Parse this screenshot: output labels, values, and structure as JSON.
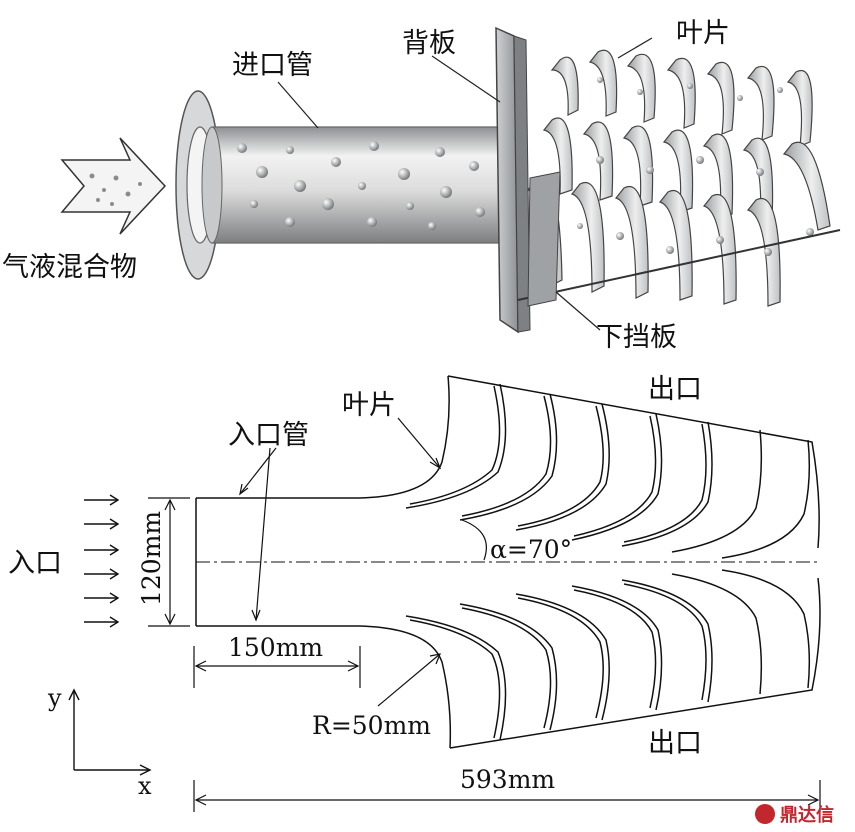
{
  "top": {
    "label_inlet_pipe": "进口管",
    "label_back_plate": "背板",
    "label_blade": "叶片",
    "label_mixture": "气液混合物",
    "label_lower_baffle": "下挡板"
  },
  "bottom": {
    "label_blade": "叶片",
    "label_inlet_pipe": "入口管",
    "label_inlet": "入口",
    "label_outlet_top": "出口",
    "label_outlet_bottom": "出口",
    "dim_height": "120mm",
    "dim_pipe_length": "150mm",
    "dim_radius": "R=50mm",
    "dim_angle": "α=70°",
    "dim_total_length": "593mm",
    "axis_y": "y",
    "axis_x": "x"
  },
  "watermark": "鼎达信",
  "colors": {
    "accent": "#c1272d",
    "line": "#111111",
    "metal": "#b9bcbf"
  }
}
